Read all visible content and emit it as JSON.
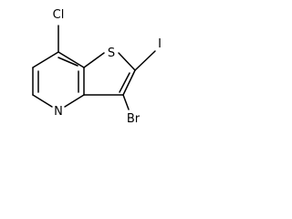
{
  "atoms": {
    "chlorine": "Cl",
    "sulfur": "S",
    "iodine": "I",
    "nitrogen": "N",
    "bromine": "Br"
  }
}
